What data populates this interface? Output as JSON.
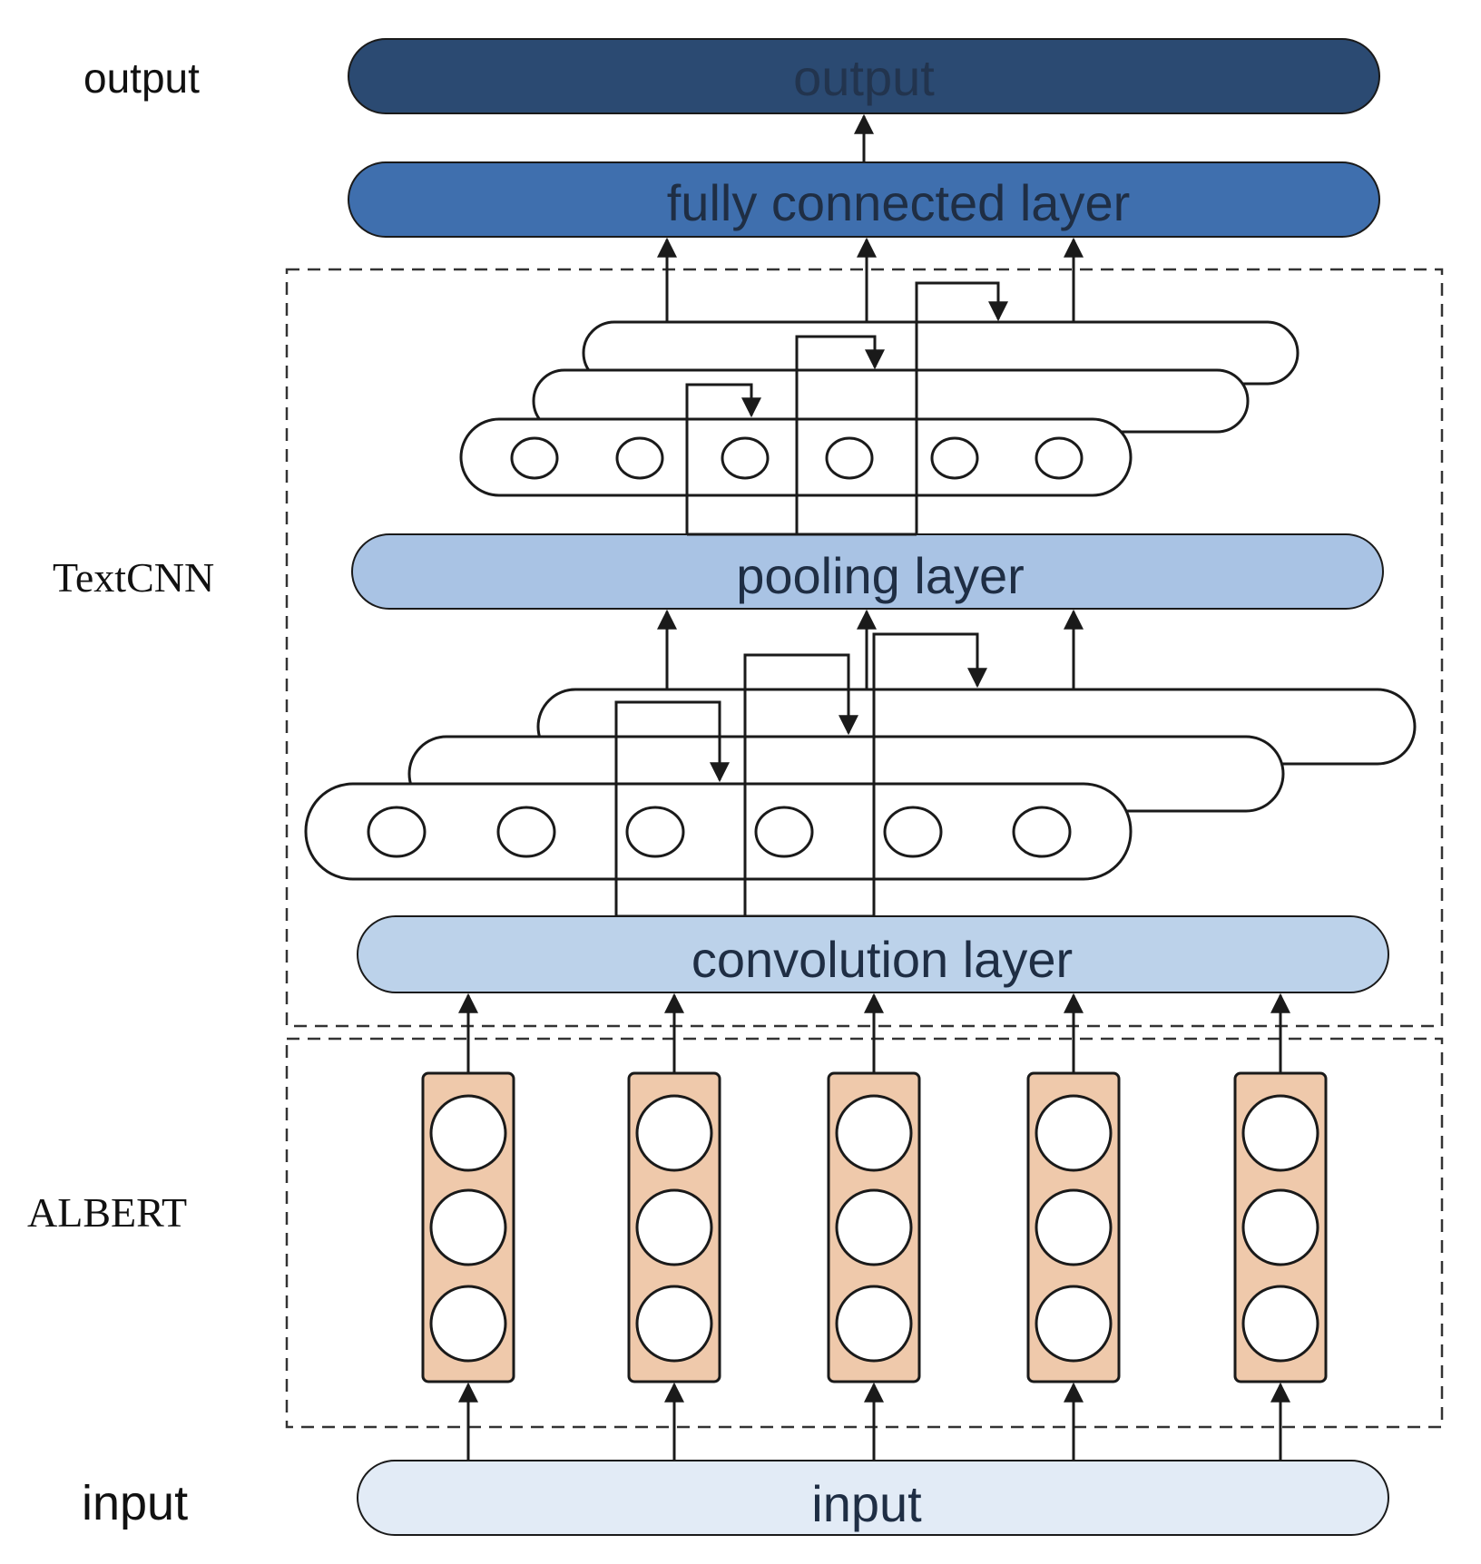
{
  "side_labels": {
    "output": "output",
    "textcnn": "TextCNN",
    "albert": "ALBERT",
    "input": "input"
  },
  "layers": {
    "output": "output",
    "fully_connected": "fully connected layer",
    "pooling": "pooling layer",
    "convolution": "convolution layer",
    "input": "input"
  },
  "colors": {
    "output": "#2b4a72",
    "fully_connected": "#3f6fae",
    "pooling": "#a9c3e4",
    "convolution": "#bcd2ea",
    "input": "#e2ebf6",
    "albert_column": "#efc9ab"
  }
}
